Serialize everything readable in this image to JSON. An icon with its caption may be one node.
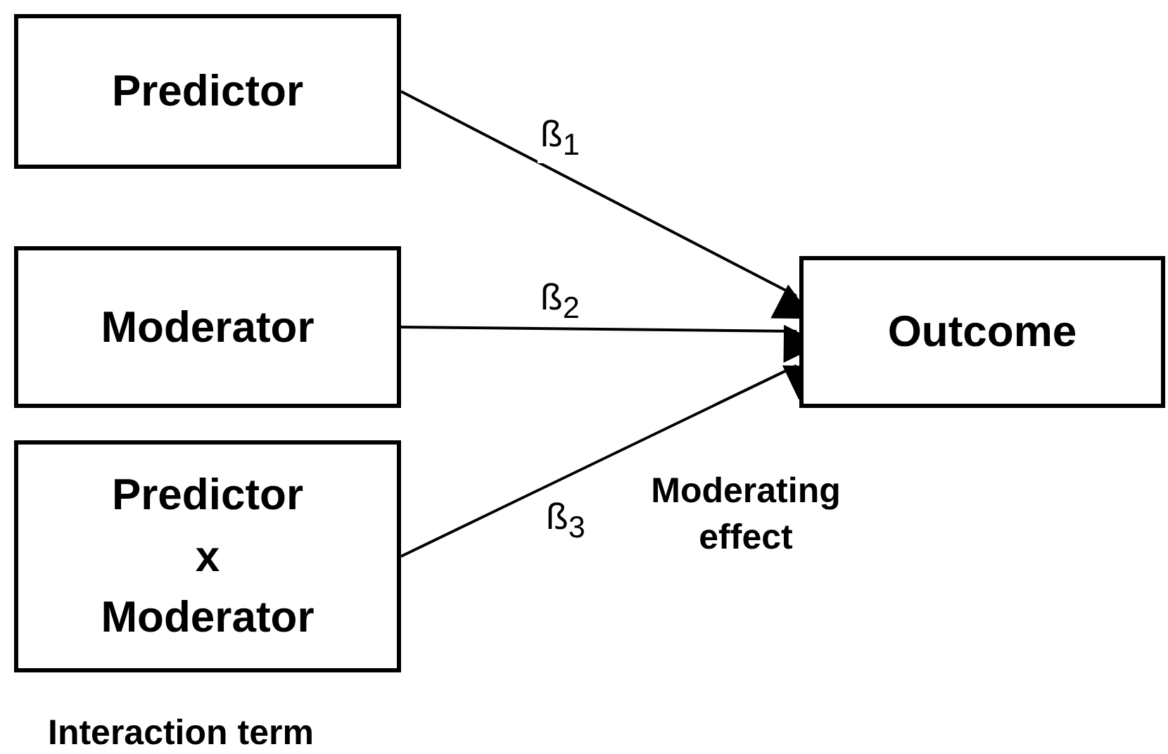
{
  "diagram": {
    "nodes": [
      {
        "text": [
          "Predictor"
        ]
      },
      {
        "text": [
          "Moderator"
        ]
      },
      {
        "text": [
          "Predictor x Moderator"
        ],
        "beside": [
          "Interaction term"
        ]
      },
      {
        "text": [
          "Outcome"
        ]
      }
    ],
    "edges": [
      {
        "from": 0,
        "to": 3,
        "arrow": "to",
        "label": "ß$_{1}$"
      },
      {
        "from": 1,
        "to": 3,
        "arrow": "to",
        "label": "ß$_{2}$"
      },
      {
        "from": 2,
        "to": 3,
        "arrow": "to",
        "label": "ß$_{3}$"
      }
    ],
    "labels": [
      "Moderating effect"
    ]
  }
}
